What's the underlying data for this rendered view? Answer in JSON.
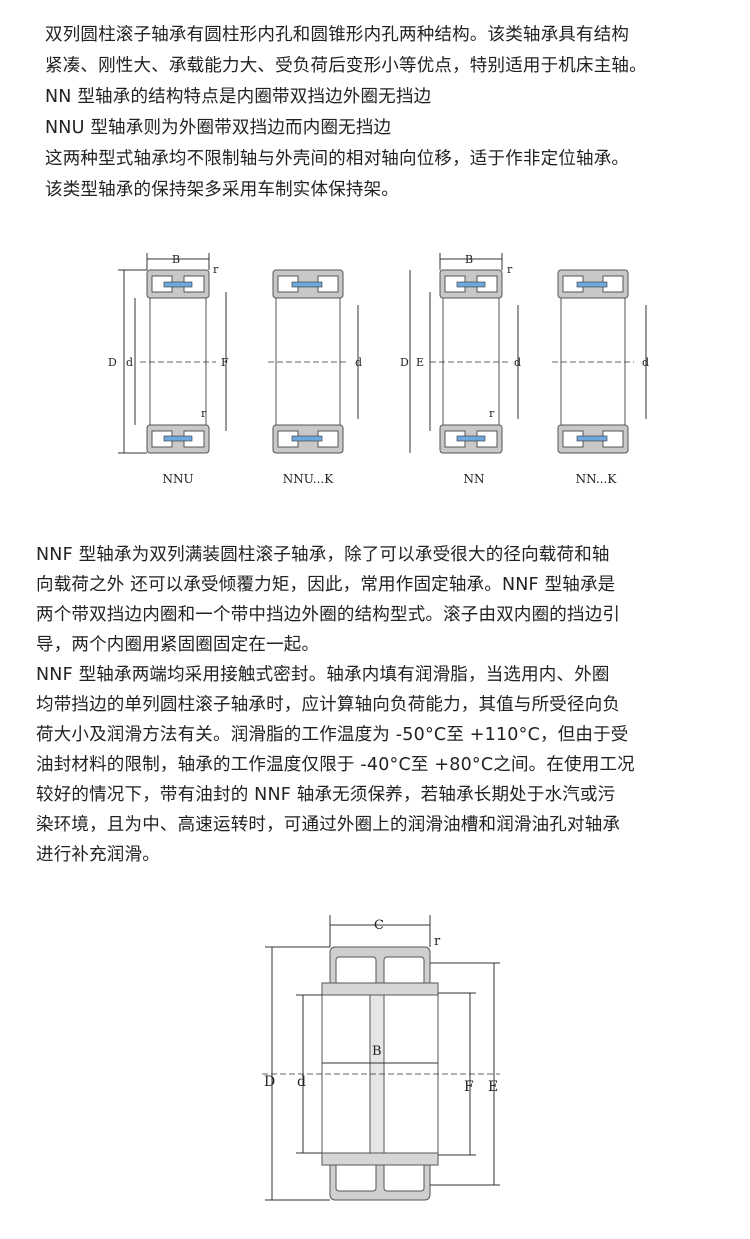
{
  "intro_lines": [
    "双列圆柱滚子轴承有圆柱形内孔和圆锥形内孔两种结构。该类轴承具有结构",
    "紧凑、刚性大、承载能力大、受负荷后变形小等优点，特别适用于机床主轴。",
    "NN 型轴承的结构特点是内圈带双挡边外圈无挡边",
    "NNU 型轴承则为外圈带双挡边而内圈无挡边",
    "这两种型式轴承均不限制轴与外壳间的相对轴向位移，适于作非定位轴承。",
    "该类型轴承的保持架多采用车制实体保持架。"
  ],
  "diagram1": {
    "captions": [
      "NNU",
      "NNU...K",
      "NN",
      "NN...K"
    ],
    "labels": {
      "B": "B",
      "r": "r",
      "D": "D",
      "d": "d",
      "F": "F",
      "E": "E"
    }
  },
  "nnf_lines": [
    "NNF 型轴承为双列满装圆柱滚子轴承，除了可以承受很大的径向载荷和轴",
    "向载荷之外 还可以承受倾覆力矩，因此，常用作固定轴承。NNF 型轴承是",
    "两个带双挡边内圈和一个带中挡边外圈的结构型式。滚子由双内圈的挡边引",
    "导，两个内圈用紧固圈固定在一起。",
    "NNF 型轴承两端均采用接触式密封。轴承内填有润滑脂，当选用内、外圈",
    "均带挡边的单列圆柱滚子轴承时，应计算轴向负荷能力，其值与所受径向负",
    "荷大小及润滑方法有关。润滑脂的工作温度为 -50°C至 +110°C，但由于受",
    "油封材料的限制，轴承的工作温度仅限于 -40°C至 +80°C之间。在使用工况",
    "较好的情况下，带有油封的 NNF 轴承无须保养，若轴承长期处于水汽或污",
    "染环境，且为中、高速运转时，可通过外圈上的润滑油槽和润滑油孔对轴承",
    "进行补充润滑。"
  ],
  "diagram2": {
    "labels": {
      "C": "C",
      "r": "r",
      "B": "B",
      "D": "D",
      "d": "d",
      "F": "F",
      "E": "E"
    }
  }
}
